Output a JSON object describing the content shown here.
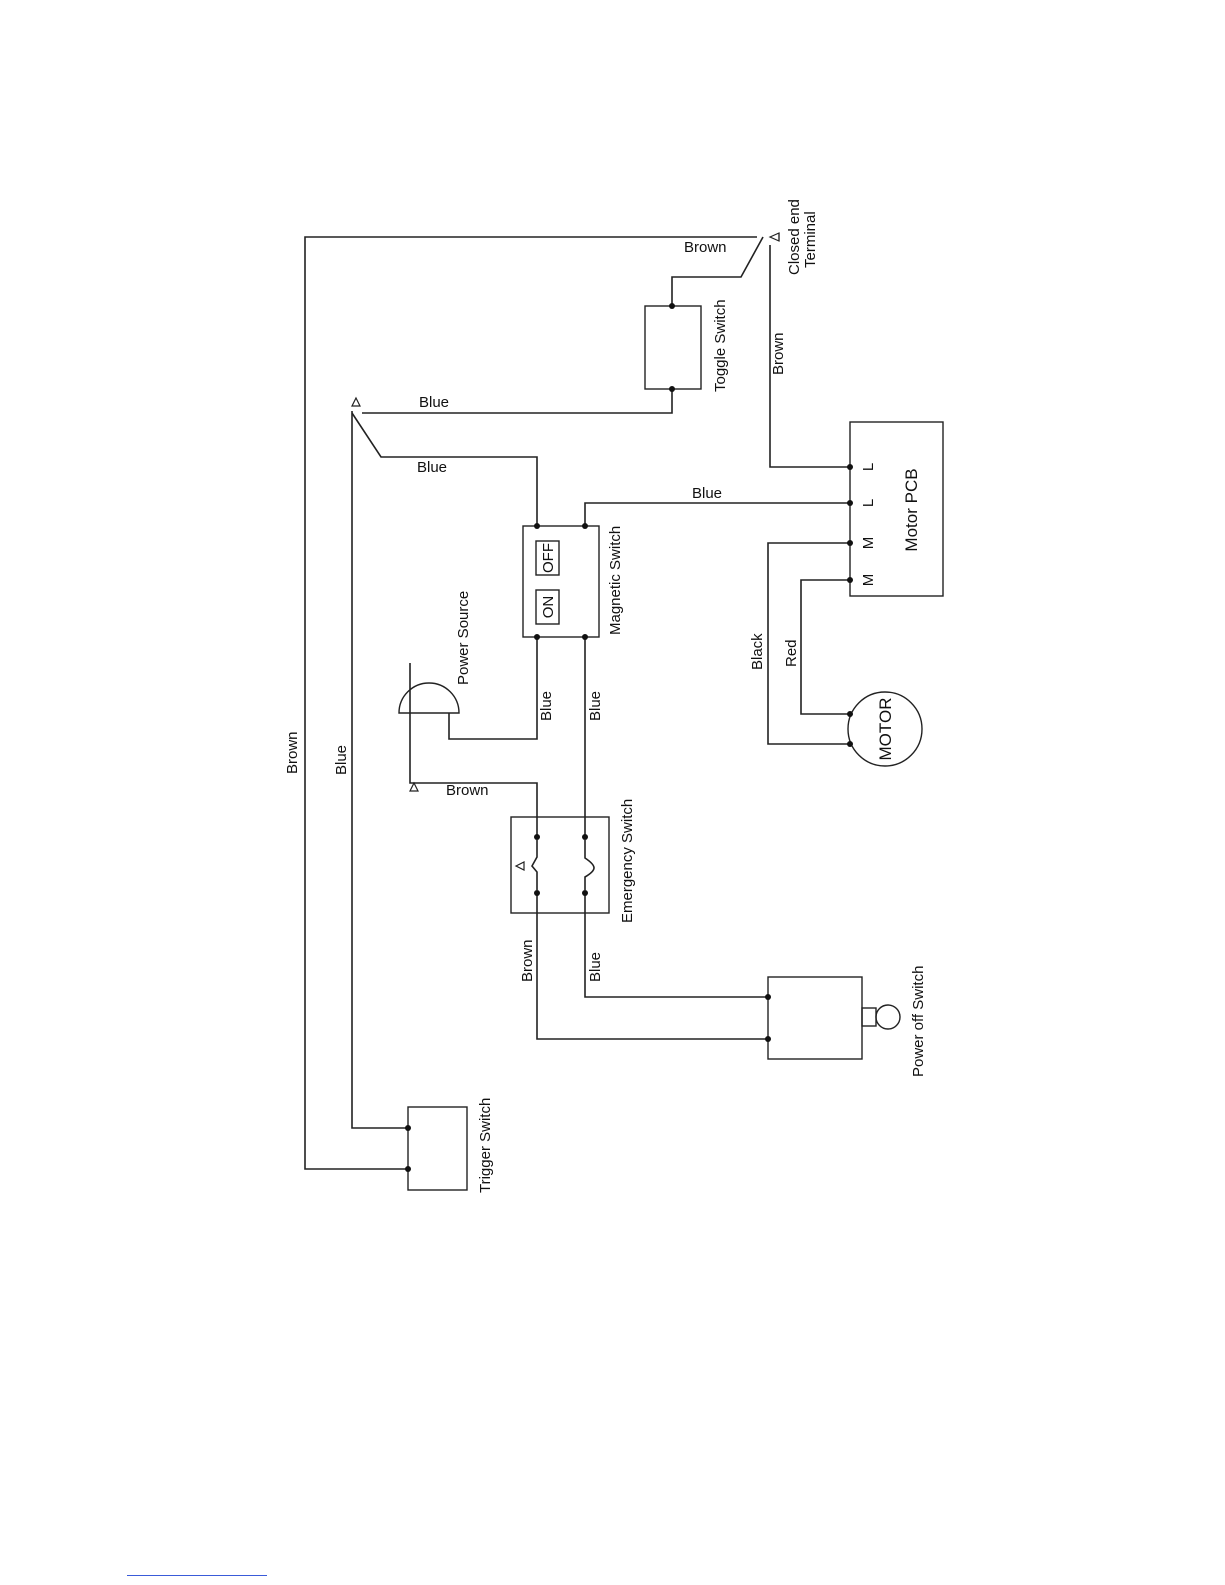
{
  "components": {
    "toggle_switch": "Toggle Switch",
    "closed_end_terminal": [
      "Closed end",
      "Terminal"
    ],
    "magnetic_switch": "Magnetic Switch",
    "magnetic_on": "ON",
    "magnetic_off": "OFF",
    "power_source": "Power Source",
    "motor_pcb": "Motor PCB",
    "pcb_pins": [
      "L",
      "L",
      "M",
      "M"
    ],
    "motor": "MOTOR",
    "emergency_switch": "Emergency Switch",
    "power_off_switch": "Power off Switch",
    "trigger_switch": "Trigger Switch"
  },
  "wires": {
    "brown_outer": "Brown",
    "brown_closed_end": "Brown",
    "brown_pcb": "Brown",
    "blue_outer": "Blue",
    "blue_top": "Blue",
    "blue_magnetic": "Blue",
    "blue_pcb": "Blue",
    "blue_power": "Blue",
    "blue_emergency_upper": "Blue",
    "brown_power": "Brown",
    "brown_emergency_lower": "Brown",
    "blue_emergency_lower": "Blue",
    "black_motor": "Black",
    "red_motor": "Red"
  },
  "colors": {
    "line": "#222222",
    "background": "#ffffff"
  }
}
